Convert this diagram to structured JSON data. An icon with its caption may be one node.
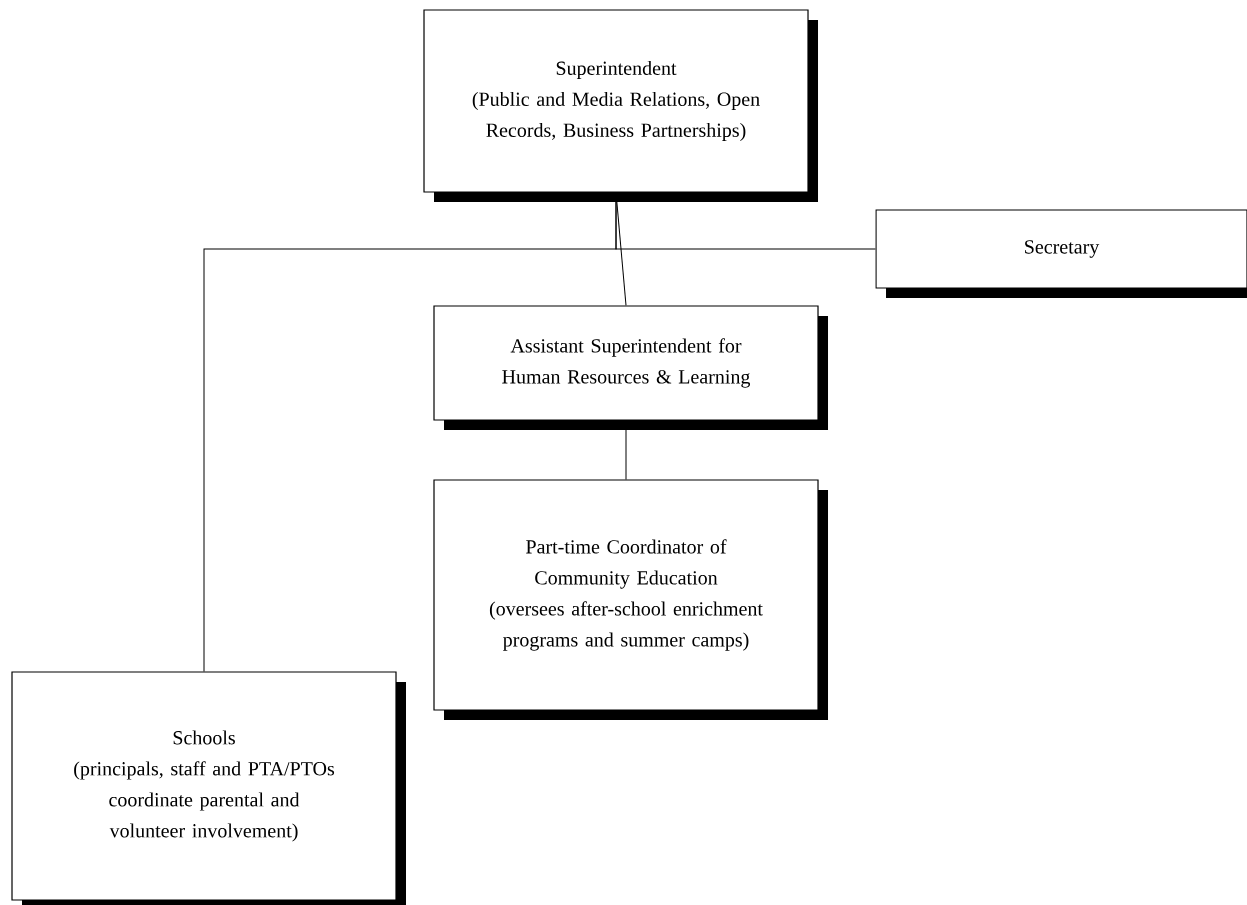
{
  "diagram": {
    "nodes": [
      {
        "text": [
          "Superintendent",
          "(Public and Media Relations, Open Records, Business Partnerships)"
        ]
      },
      {
        "text": [
          "Secretary"
        ]
      },
      {
        "text": [
          "Assistant Superintendent for Human Resources & Learning"
        ]
      },
      {
        "text": [
          "Part-time Coordinator of Community Education",
          "(oversees after-school enrichment programs and summer camps)"
        ]
      },
      {
        "text": [
          "Schools",
          "(principals, staff and PTA/PTOs coordinate parental and volunteer involvement)"
        ]
      }
    ],
    "edges": [
      {
        "from": 0,
        "to": 2,
        "arrow": "none"
      },
      {
        "from": 0,
        "to": 1,
        "arrow": "none"
      },
      {
        "from": 0,
        "to": 4,
        "arrow": "none"
      },
      {
        "from": 2,
        "to": 3,
        "arrow": "none"
      }
    ]
  }
}
